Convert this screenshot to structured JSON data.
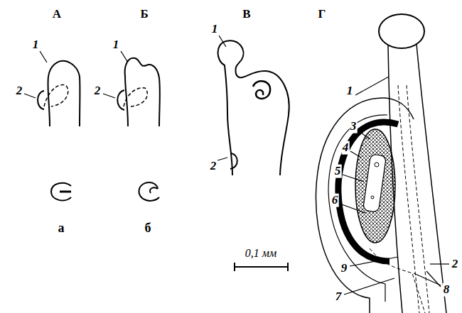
{
  "diagram": {
    "labels": [
      "А",
      "Б",
      "В",
      "Г",
      "1",
      "2",
      "1",
      "2",
      "1",
      "2",
      "1",
      "3",
      "4",
      "5",
      "6",
      "9",
      "7",
      "2",
      "8",
      "а",
      "б",
      "0,1 мм"
    ]
  }
}
